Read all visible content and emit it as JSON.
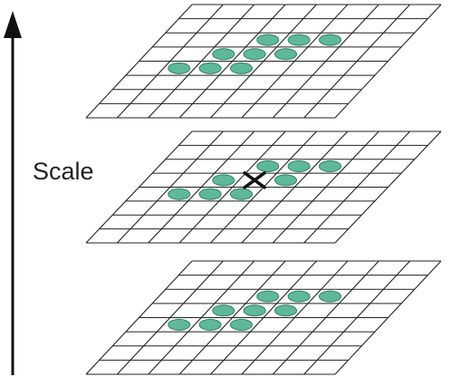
{
  "axis": {
    "label": "Scale"
  },
  "grid": {
    "cells_per_side": 8
  },
  "layers": [
    {
      "id": "top",
      "neighbor_cells": [
        [
          3,
          2
        ],
        [
          4,
          2
        ],
        [
          5,
          2
        ],
        [
          2,
          3
        ],
        [
          3,
          3
        ],
        [
          4,
          3
        ],
        [
          1,
          4
        ],
        [
          2,
          4
        ],
        [
          3,
          4
        ]
      ],
      "center_marker": false
    },
    {
      "id": "middle",
      "neighbor_cells": [
        [
          3,
          2
        ],
        [
          4,
          2
        ],
        [
          5,
          2
        ],
        [
          2,
          3
        ],
        [
          4,
          3
        ],
        [
          1,
          4
        ],
        [
          2,
          4
        ],
        [
          3,
          4
        ]
      ],
      "center_marker": true,
      "center_cell": [
        3,
        3
      ]
    },
    {
      "id": "bottom",
      "neighbor_cells": [
        [
          3,
          2
        ],
        [
          4,
          2
        ],
        [
          5,
          2
        ],
        [
          2,
          3
        ],
        [
          3,
          3
        ],
        [
          4,
          3
        ],
        [
          1,
          4
        ],
        [
          2,
          4
        ],
        [
          3,
          4
        ]
      ],
      "center_marker": false
    }
  ],
  "colors": {
    "grid_line": "#222222",
    "neighbor_fill": "#5fb89a",
    "neighbor_stroke": "#2f8064",
    "marker": "#111111",
    "axis": "#111111"
  }
}
